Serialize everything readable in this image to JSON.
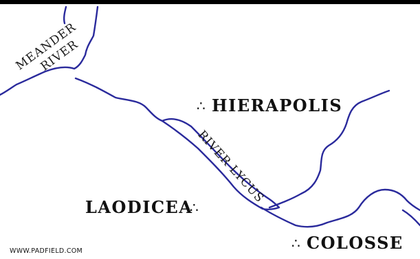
{
  "map": {
    "rivers": [
      {
        "id": "meander",
        "label_line1": "MEANDER",
        "label_line2": "RIVER"
      },
      {
        "id": "lycus",
        "label": "RIVER LYCUS"
      }
    ],
    "cities": [
      {
        "id": "hierapolis",
        "label": "HIERAPOLIS"
      },
      {
        "id": "laodicea",
        "label": "LAODICEA"
      },
      {
        "id": "colosse",
        "label": "COLOSSE"
      }
    ],
    "site_marker_glyph": "∴",
    "credit": "WWW.PADFIELD.COM"
  },
  "colors": {
    "river": "#2a2a9c",
    "text": "#111111",
    "background": "#ffffff",
    "top_border": "#000000"
  }
}
